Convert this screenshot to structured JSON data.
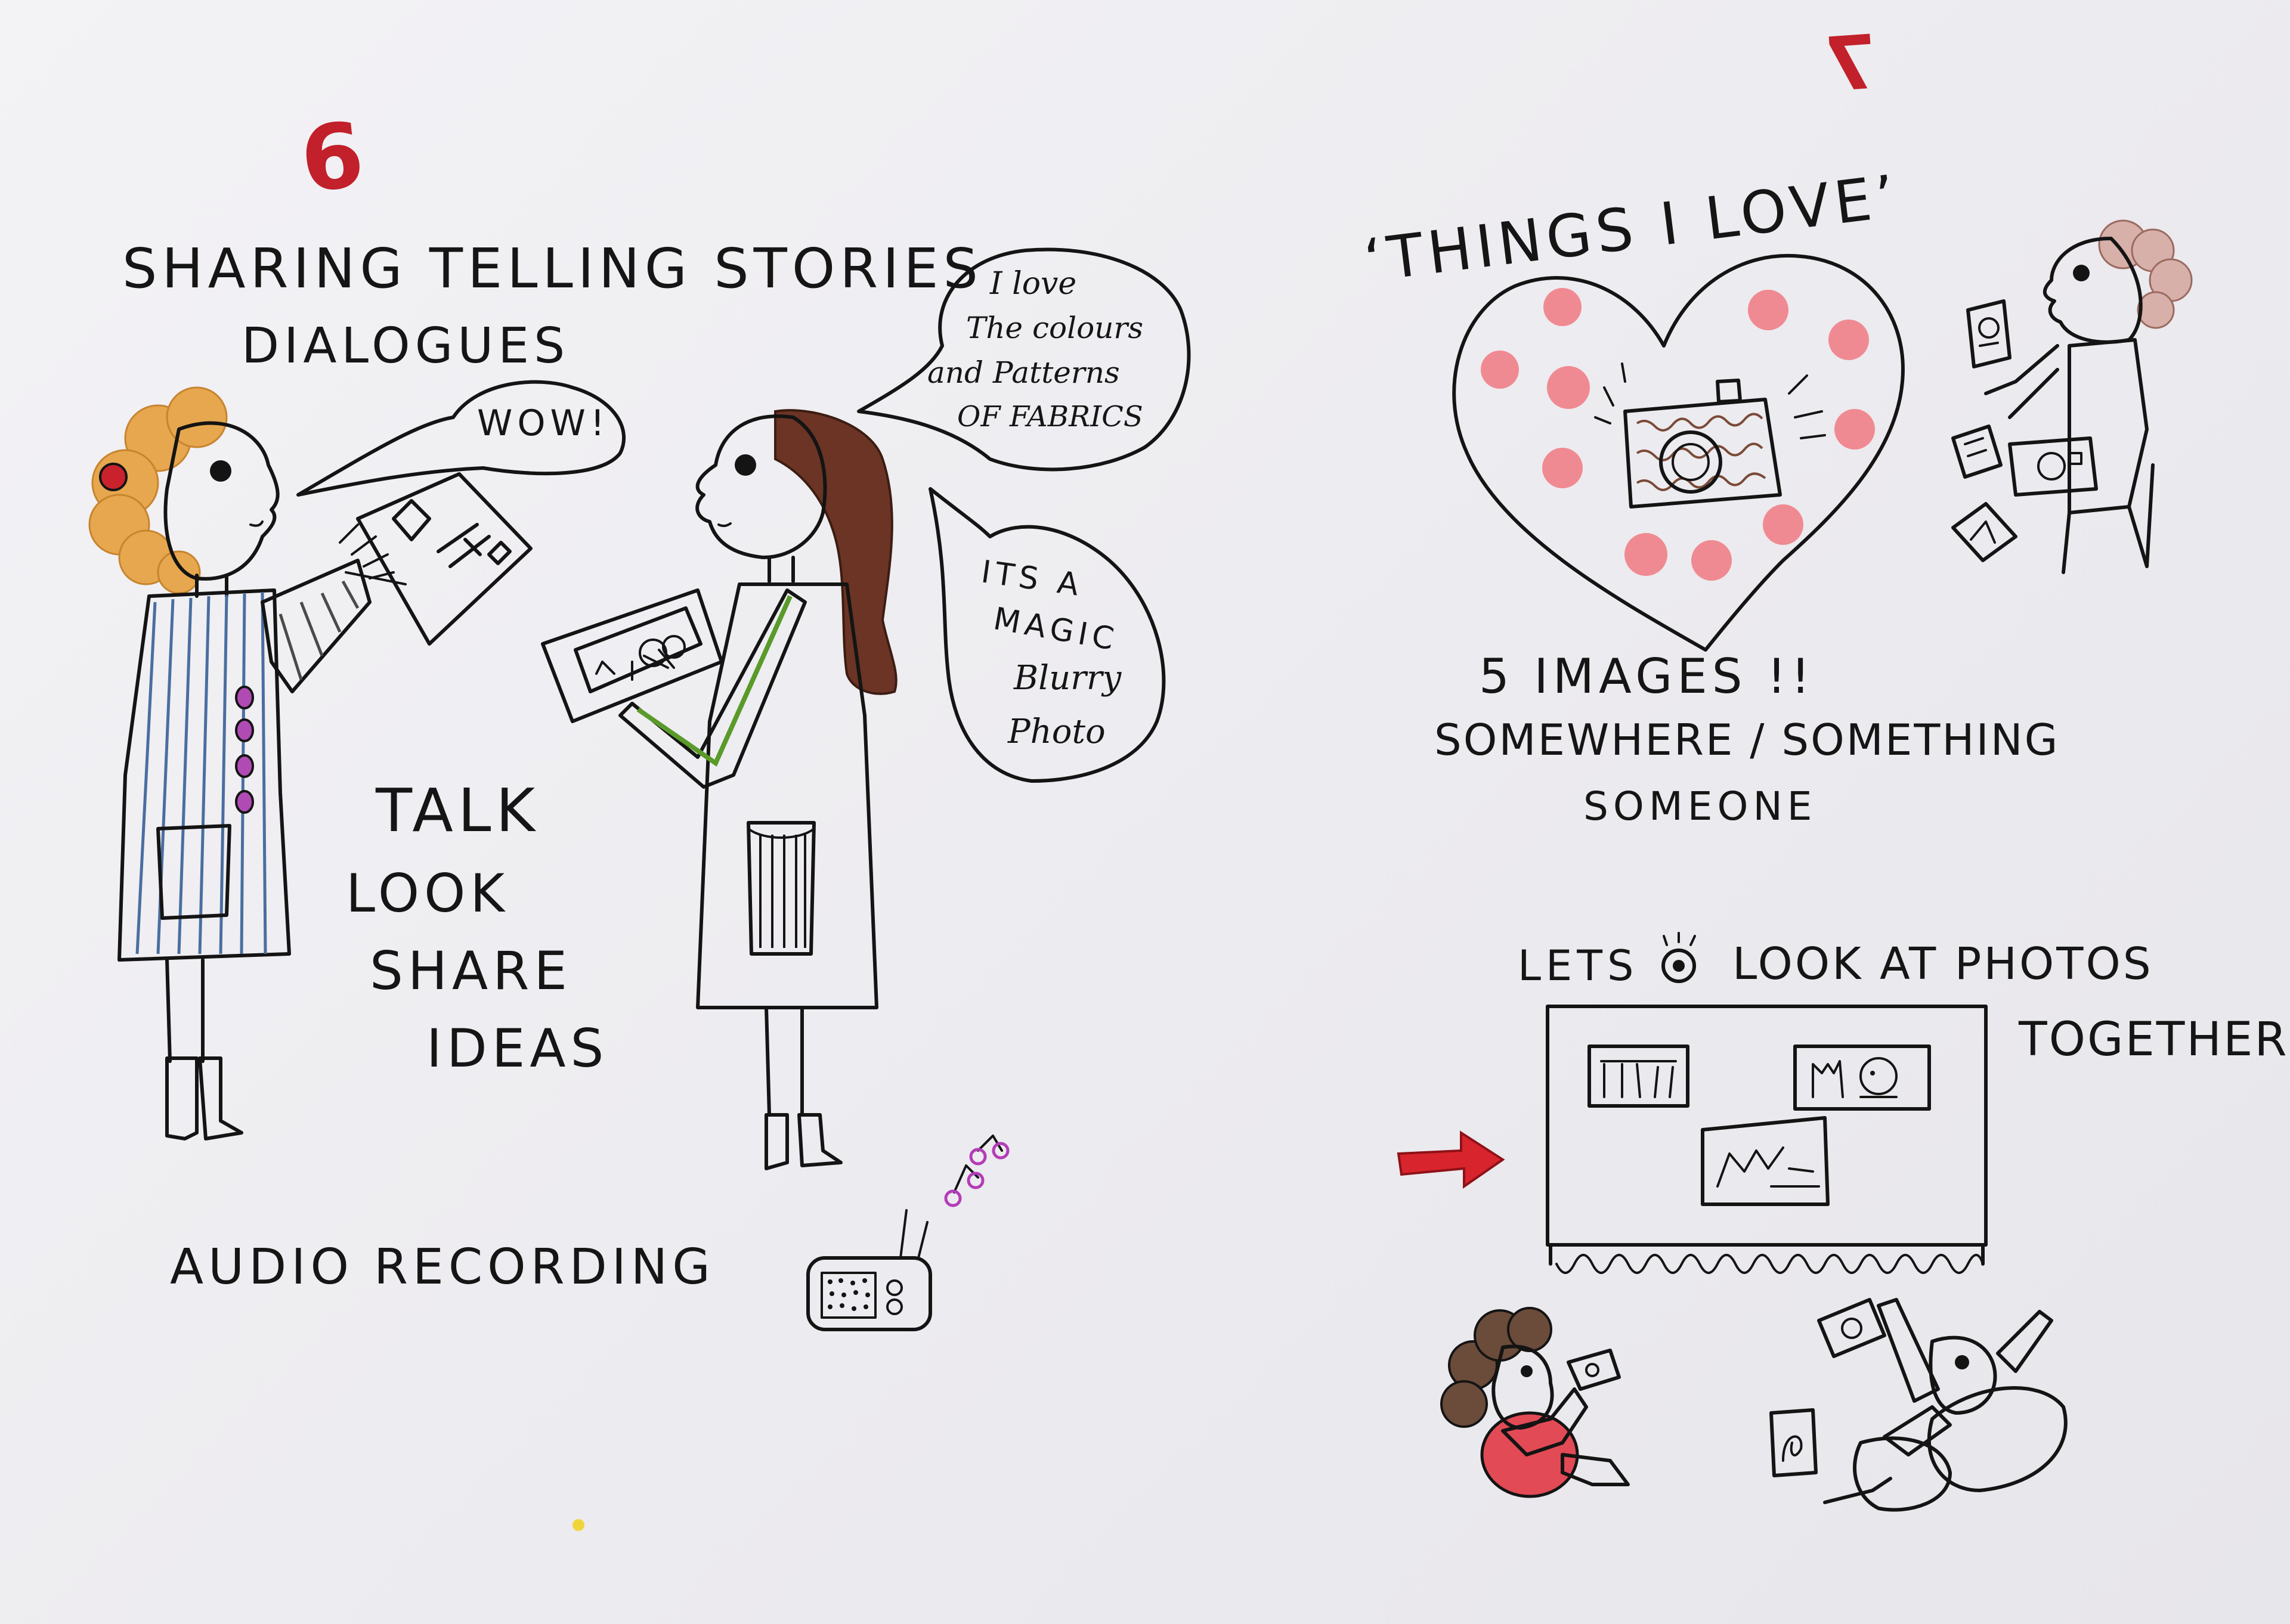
{
  "left_page": {
    "page_number": "6",
    "heading_line1": "SHARING TELLING STORIES",
    "heading_line2": "DIALOGUES",
    "speech_wow": "WOW!",
    "speech_love_l1": "I love",
    "speech_love_l2": "The colours",
    "speech_love_l3": "and Patterns",
    "speech_love_l4": "OF FABRICS",
    "speech_magic_l1": "ITS A",
    "speech_magic_l2": "MAGIC",
    "speech_magic_l3": "Blurry",
    "speech_magic_l4": "Photo",
    "action_words": [
      "TALK",
      "LOOK",
      "SHARE",
      "IDEAS"
    ],
    "audio_label": "AUDIO RECORDING"
  },
  "right_page": {
    "page_number": "7",
    "heart_title": "‘THINGS I LOVE’",
    "images_note": "5 IMAGES !!",
    "somewhere_line": "SOMEWHERE / SOMETHING",
    "someone_line": "SOMEONE",
    "lets_label": "LETS",
    "look_label": "LOOK AT PHOTOS",
    "together_label": "TOGETHER"
  },
  "colors": {
    "ink": "#141414",
    "page_number_red": "#c2202a",
    "dot_pink": "#f08a92",
    "camera_brown": "#7a4a38",
    "arrow_red": "#d8242c",
    "dress_blue": "#8fb3d6",
    "dress_blue_2": "#5b98cc",
    "hair_orange": "#e6a74f",
    "hair_brown": "#6b3424",
    "pocket_green": "#8ec64a",
    "yellow_stripe": "#f0d53a",
    "boot_red": "#b52a2a",
    "boot_green": "#7bb33e",
    "magenta": "#b43cb8"
  },
  "icons": [
    "speech-bubble-icon",
    "radio-icon",
    "music-note-icon",
    "heart-icon",
    "camera-icon",
    "eye-icon",
    "arrow-right-icon",
    "photo-screen-icon"
  ]
}
